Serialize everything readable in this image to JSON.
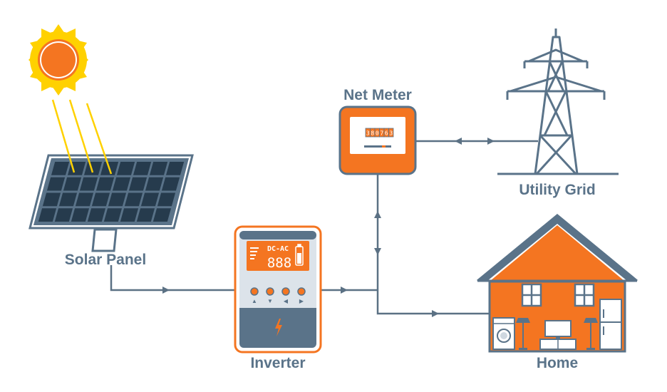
{
  "labels": {
    "solar_panel": "Solar Panel",
    "inverter": "Inverter",
    "net_meter": "Net Meter",
    "utility_grid": "Utility Grid",
    "home": "Home"
  },
  "inverter_display": {
    "mode": "DC-AC",
    "digits": "888",
    "button_arrows": [
      "▲",
      "▼",
      "◀",
      "▶"
    ]
  },
  "meter_display": {
    "digits": [
      "3",
      "8",
      "0",
      "7",
      "6",
      "3"
    ]
  },
  "colors": {
    "orange": "#f47521",
    "slate": "#5a7389",
    "dark_slate": "#455d72",
    "sun_yellow": "#ffd100",
    "line": "#5b7184"
  },
  "icons": {
    "sun": "sun-icon",
    "bolt": "lightning-bolt-icon",
    "washer": "washing-machine-icon",
    "tv": "tv-icon",
    "fridge": "refrigerator-icon",
    "lamp": "floor-lamp-icon"
  }
}
